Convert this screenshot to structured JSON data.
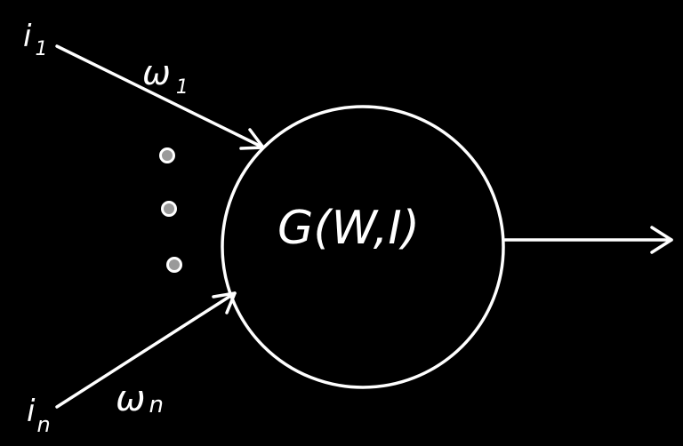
{
  "diagram": {
    "inputs": [
      {
        "label": "i",
        "sub": "1",
        "weight_label": "ω",
        "weight_sub": "1"
      },
      {
        "label": "i",
        "sub": "n",
        "weight_label": "ω",
        "weight_sub": "n"
      }
    ],
    "node_label": "G(W,I)",
    "colors": {
      "background": "#000000",
      "stroke": "#ffffff",
      "dot_fill": "#9a9a9a"
    }
  }
}
